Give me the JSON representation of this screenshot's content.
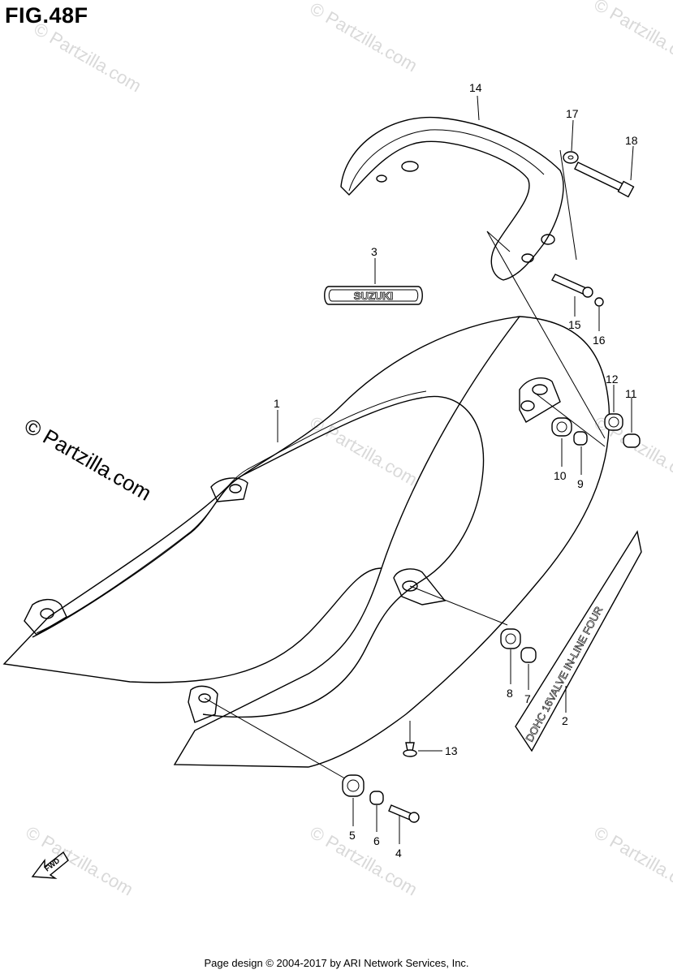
{
  "figure": {
    "title": "FIG.48F"
  },
  "watermarks": {
    "main": "© Partzilla.com",
    "small": "© Partzilla.com"
  },
  "parts": {
    "p1": "1",
    "p2": "2",
    "p3": "3",
    "p4": "4",
    "p5": "5",
    "p6": "6",
    "p7": "7",
    "p8": "8",
    "p9": "9",
    "p10": "10",
    "p11": "11",
    "p12": "12",
    "p13": "13",
    "p14": "14",
    "p15": "15",
    "p16": "16",
    "p17": "17",
    "p18": "18"
  },
  "emblem": {
    "text": "SUZUKI"
  },
  "decal": {
    "text": "DOHC 16VALVE IN-LINE FOUR"
  },
  "fwd": {
    "text": "FWD"
  },
  "footer": {
    "text": "Page design © 2004-2017 by ARI Network Services, Inc."
  }
}
